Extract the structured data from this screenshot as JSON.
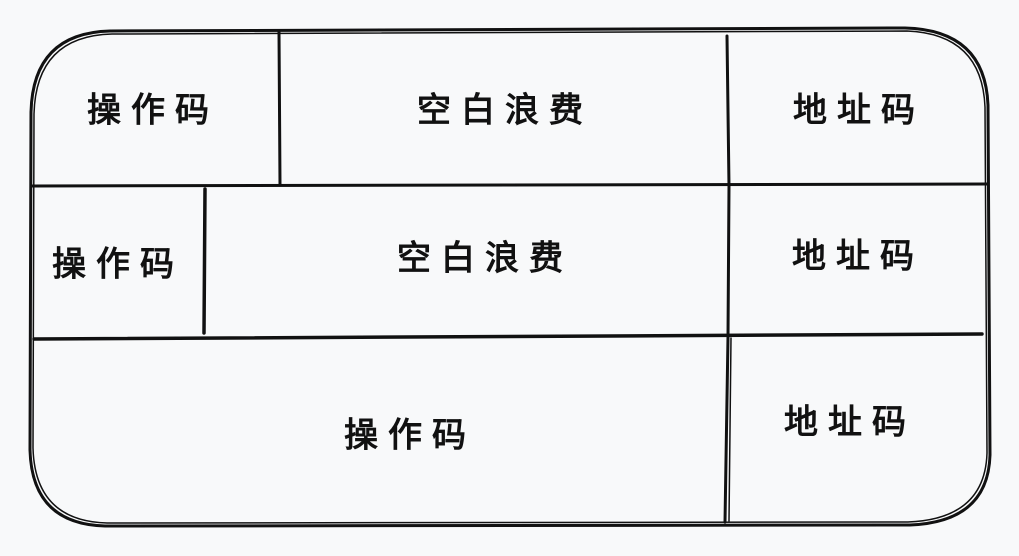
{
  "rows": [
    {
      "opcode": "操作码",
      "padding": "空白浪费",
      "address": "地址码"
    },
    {
      "opcode": "操作码",
      "padding": "空白浪费",
      "address": "地址码"
    },
    {
      "opcode": "操作码",
      "address": "地址码"
    }
  ]
}
